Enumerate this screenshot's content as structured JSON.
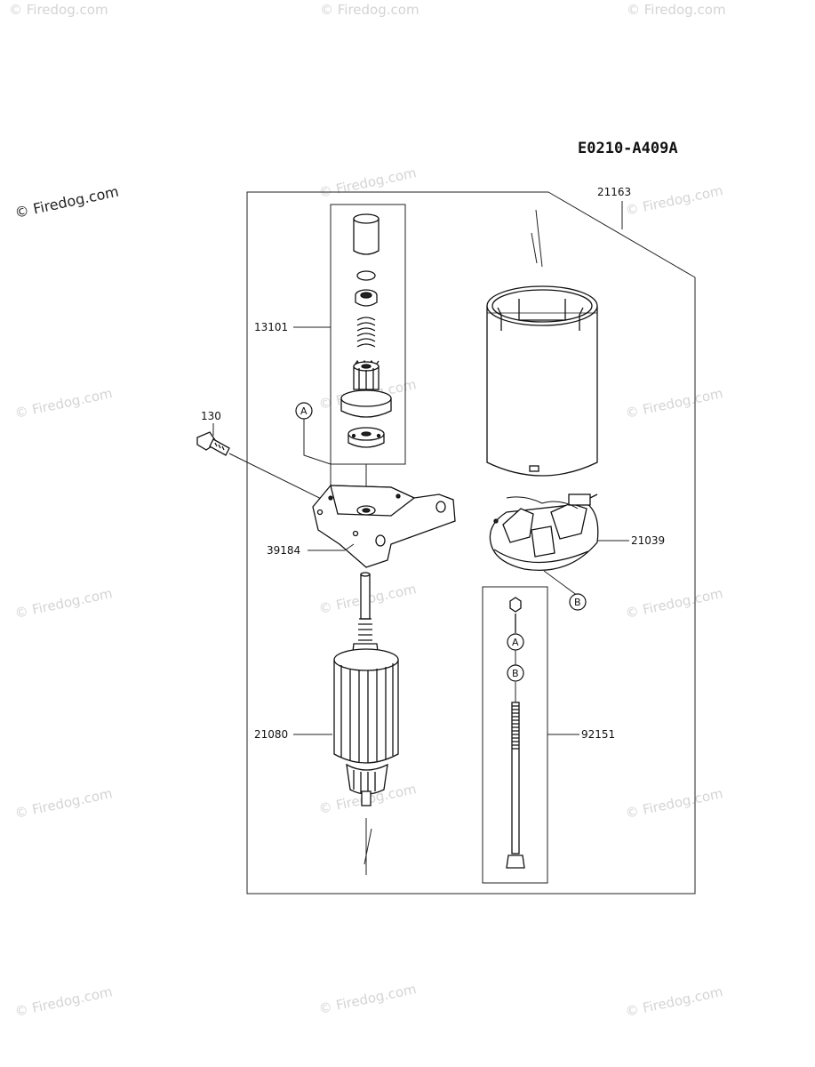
{
  "diagram_code": "E0210-A409A",
  "watermark": "© Firedog.com",
  "part_labels": {
    "p21163": "21163",
    "p13101": "13101",
    "p130": "130",
    "p39184": "39184",
    "p21039": "21039",
    "p21080": "21080",
    "p92151": "92151"
  },
  "reference_markers": {
    "a": "A",
    "b": "B"
  }
}
